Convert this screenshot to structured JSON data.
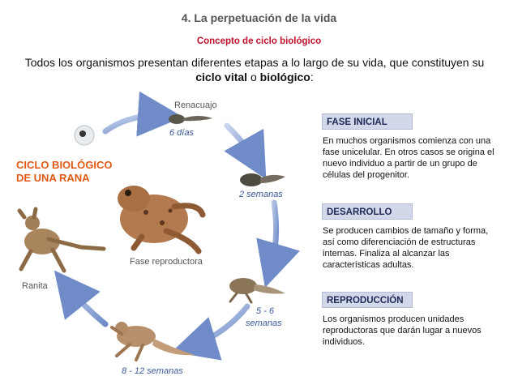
{
  "header": {
    "title": "4. La perpetuación de la vida",
    "subtitle": "Concepto de ciclo biológico",
    "intro_part1": "Todos los organismos presentan diferentes etapas a lo largo de su vida, que constituyen su",
    "intro_bold1": "ciclo vital",
    "intro_connector": " o ",
    "intro_bold2": "biológico",
    "intro_end": ":"
  },
  "cycle": {
    "title_line1": "CICLO BIOLÓGICO",
    "title_line2": "DE UNA RANA",
    "stages": {
      "renacuajo": "Renacuajo",
      "six_days": "6 días",
      "two_weeks": "2 semanas",
      "five_six": "5 - 6",
      "semanas": "semanas",
      "eight_twelve": "8 - 12 semanas",
      "ranita": "Ranita",
      "fase_reproductora": "Fase reproductora"
    }
  },
  "phases": [
    {
      "title": "FASE INICIAL",
      "text": "En muchos organismos comienza con una fase unicelular.  En otros casos se origina el nuevo individuo a partir de un grupo de células del progenitor."
    },
    {
      "title": "DESARROLLO",
      "text": "Se producen cambios de tamaño y forma, así como diferenciación de estructuras internas. Finaliza al alcanzar las características adultas."
    },
    {
      "title": "REPRODUCCIÓN",
      "text": "Los organismos producen unidades reproductoras que darán lugar a nuevos individuos."
    }
  ],
  "colors": {
    "title_grey": "#555555",
    "subtitle_red": "#c0102a",
    "cycle_orange": "#e05a15",
    "stage_blue": "#3a5a9a",
    "arrow_blue": "#7f9ad0",
    "phase_box": "#d2d8ea"
  }
}
